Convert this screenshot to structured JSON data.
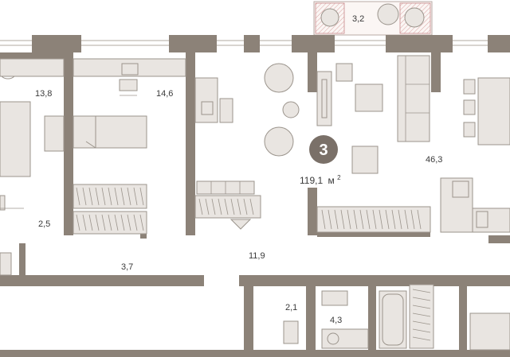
{
  "rooms": [
    {
      "id": "room-13-8",
      "area": "13,8"
    },
    {
      "id": "room-14-6",
      "area": "14,6"
    },
    {
      "id": "room-46-3",
      "area": "46,3"
    },
    {
      "id": "room-3-2",
      "area": "3,2"
    },
    {
      "id": "room-2-5",
      "area": "2,5"
    },
    {
      "id": "room-3-7",
      "area": "3,7"
    },
    {
      "id": "room-11-9",
      "area": "11,9"
    },
    {
      "id": "room-2-1",
      "area": "2,1"
    },
    {
      "id": "room-4-3",
      "area": "4,3"
    }
  ],
  "apartment": {
    "rooms_count": "3",
    "total_area": "119,1",
    "unit": "м",
    "unit_sup": "2"
  },
  "colors": {
    "wall": "#8c8278",
    "furniture_fill": "#e9e5e1",
    "badge": "#7a7068",
    "balcony_hatch": "#d9a3a3"
  }
}
